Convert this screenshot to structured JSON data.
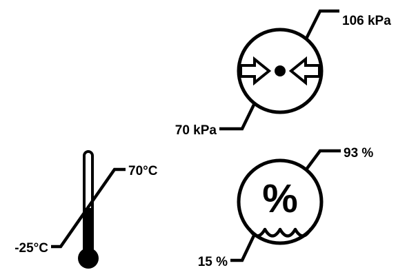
{
  "pressure": {
    "upper_limit": "106 kPa",
    "lower_limit": "70 kPa"
  },
  "temperature": {
    "upper_limit": "70°C",
    "lower_limit": "-25°C"
  },
  "humidity": {
    "upper_limit": "93 %",
    "lower_limit": "15 %",
    "symbol": "%"
  },
  "colors": {
    "ink": "#000000",
    "background": "#ffffff"
  },
  "icons": [
    "pressure-limit-icon",
    "temperature-limit-icon",
    "humidity-limit-icon"
  ]
}
